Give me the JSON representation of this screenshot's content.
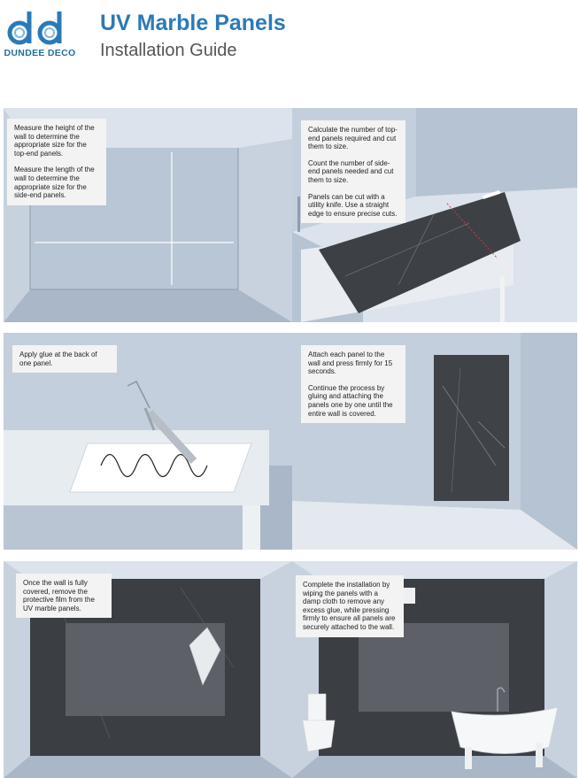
{
  "brand": {
    "logo_text": "DUNDEE DECO",
    "color": "#2a7ab8"
  },
  "header": {
    "title": "UV Marble Panels",
    "subtitle": "Installation Guide"
  },
  "steps": [
    {
      "paragraphs": [
        "Measure the height of the wall to determine the appropriate size for the top-end panels.",
        "Measure the length of the wall to determine the appropriate size for the side-end panels."
      ]
    },
    {
      "paragraphs": [
        "Calculate the number of top-end panels required and cut them to size.",
        "Count the number of side-end panels needed and cut them to size.",
        "Panels can be cut with a utility knife. Use a straight edge to ensure precise cuts."
      ]
    },
    {
      "paragraphs": [
        "Apply glue at the back of one panel."
      ]
    },
    {
      "paragraphs": [
        "Attach each panel to the wall and press firmly for 15 seconds.",
        "Continue the process by gluing and attaching the panels one by one until the entire wall is covered."
      ]
    },
    {
      "paragraphs": [
        "Once the wall is fully covered, remove the protective film from the UV marble panels."
      ]
    },
    {
      "paragraphs": [
        "Complete the installation by wiping the panels with a damp cloth to remove any excess glue, while pressing firmly to ensure all panels are securely attached to the wall."
      ]
    }
  ],
  "colors": {
    "wall": "#c9d1dc",
    "marble": "#3e4246",
    "background_panel": "#dde3ea"
  }
}
